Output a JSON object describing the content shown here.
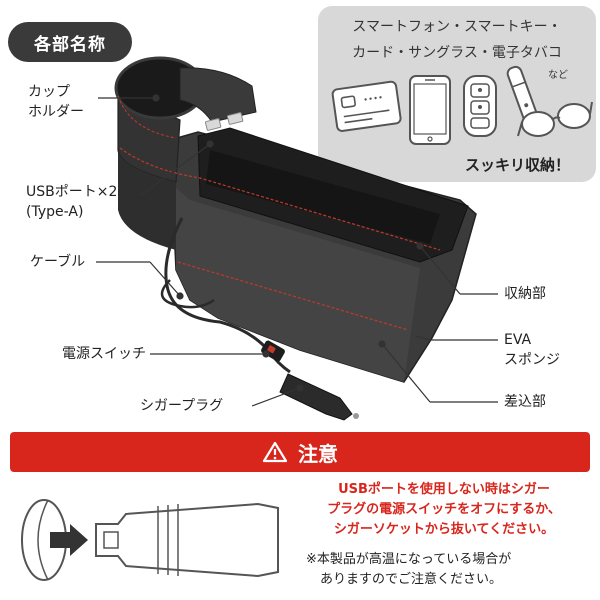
{
  "header_tag": "各部名称",
  "bubble": {
    "line1": "スマートフォン・スマートキー・",
    "line2": "カード・サングラス・電子タバコ",
    "nado": "など",
    "tidy": "スッキリ収納！"
  },
  "callouts": {
    "cup_holder_1": "カップ",
    "cup_holder_2": "ホルダー",
    "usb_port_1": "USBポート×2",
    "usb_port_2": "(Type-A)",
    "cable": "ケーブル",
    "power_switch": "電源スイッチ",
    "cigar_plug": "シガープラグ",
    "storage": "収納部",
    "eva_1": "EVA",
    "eva_2": "スポンジ",
    "insert": "差込部"
  },
  "warning": {
    "title": "注意",
    "main_1": "USBポートを使用しない時はシガー",
    "main_2": "プラグの電源スイッチをオフにするか、",
    "main_3": "シガーソケットから抜いてください。",
    "note_1": "※本製品が高温になっている場合が",
    "note_2": "ありますのでご注意ください。"
  },
  "colors": {
    "warning_red": "#d8261d",
    "tag_dark": "#3a3a3a",
    "bubble_gray": "#d8d8d8",
    "stitch_red": "#c0392b"
  }
}
